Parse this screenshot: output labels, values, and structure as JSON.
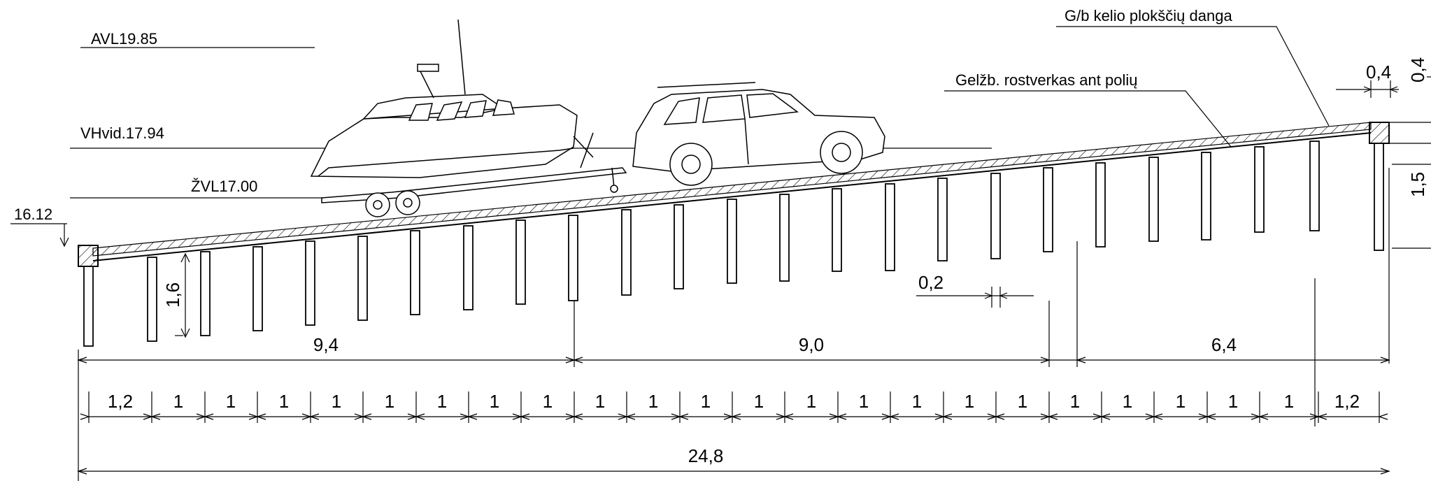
{
  "levels": {
    "avl": "AVL19.85",
    "vhvid": "VHvid.17.94",
    "zvl": "ŽVL17.00",
    "base": "16.12"
  },
  "callouts": {
    "pavement": "G/b kelio plokščių danga",
    "grillage": "Gelžb. rostverkas ant polių"
  },
  "dimensions": {
    "pile_height": "1,6",
    "pile_width": "0,2",
    "top_vertical_small": "0,4",
    "top_horizontal_small": "0,4",
    "top_block_height": "1,5",
    "segments": [
      "9,4",
      "9,0",
      "6,4"
    ],
    "spacing": [
      "1,2",
      "1",
      "1",
      "1",
      "1",
      "1",
      "1",
      "1",
      "1",
      "1",
      "1",
      "1",
      "1",
      "1",
      "1",
      "1",
      "1",
      "1",
      "1",
      "1",
      "1",
      "1",
      "1",
      "1,2"
    ],
    "total": "24,8"
  }
}
